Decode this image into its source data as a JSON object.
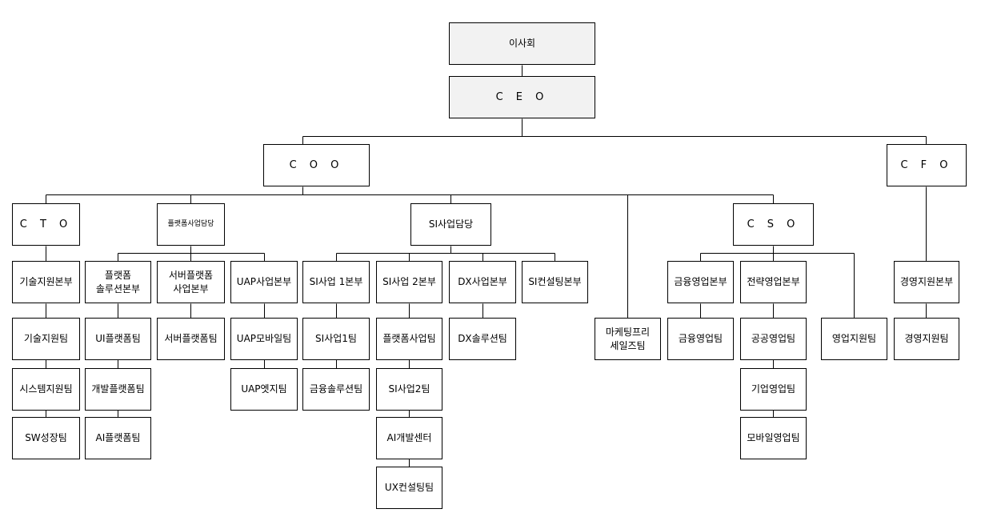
{
  "nodes": [
    {
      "id": "board",
      "label": "이사회"
    },
    {
      "id": "ceo",
      "label": "C E O"
    },
    {
      "id": "coo",
      "label": "C O O"
    },
    {
      "id": "cfo",
      "label": "C F O"
    },
    {
      "id": "cto",
      "label": "C T O"
    },
    {
      "id": "platform-biz",
      "label": "플랫폼사업담당"
    },
    {
      "id": "si-biz",
      "label": "SI사업담당"
    },
    {
      "id": "cso",
      "label": "C S O"
    },
    {
      "id": "tech-support-div",
      "label": "기술지원본부"
    },
    {
      "id": "tech-support-team",
      "label": "기술지원팀"
    },
    {
      "id": "system-support-team",
      "label": "시스템지원팀"
    },
    {
      "id": "sw-growth-team",
      "label": "SW성장팀"
    },
    {
      "id": "platform-solution-div",
      "label": "플랫폼\n솔루션본부"
    },
    {
      "id": "ui-platform-team",
      "label": "UI플랫폼팀"
    },
    {
      "id": "dev-platform-team",
      "label": "개발플랫폼팀"
    },
    {
      "id": "ai-platform-team",
      "label": "AI플랫폼팀"
    },
    {
      "id": "server-platform-div",
      "label": "서버플랫폼\n사업본부"
    },
    {
      "id": "server-platform-team",
      "label": "서버플랫폼팀"
    },
    {
      "id": "uap-div",
      "label": "UAP사업본부"
    },
    {
      "id": "uap-mobile-team",
      "label": "UAP모바일팀"
    },
    {
      "id": "uap-edge-team",
      "label": "UAP엣지팀"
    },
    {
      "id": "si-div-1",
      "label": "SI사업 1본부"
    },
    {
      "id": "si-team-1",
      "label": "SI사업1팀"
    },
    {
      "id": "finance-solution-team",
      "label": "금융솔루션팀"
    },
    {
      "id": "si-div-2",
      "label": "SI사업 2본부"
    },
    {
      "id": "platform-biz-team",
      "label": "플랫폼사업팀"
    },
    {
      "id": "si-team-2",
      "label": "SI사업2팀"
    },
    {
      "id": "ai-dev-center",
      "label": "AI개발센터"
    },
    {
      "id": "ux-consulting-team",
      "label": "UX컨설팅팀"
    },
    {
      "id": "dx-div",
      "label": "DX사업본부"
    },
    {
      "id": "dx-solution-team",
      "label": "DX솔루션팀"
    },
    {
      "id": "si-consulting-div",
      "label": "SI컨설팅본부"
    },
    {
      "id": "marketing-freesales-team",
      "label": "마케팅프리\n세일즈팀"
    },
    {
      "id": "finance-sales-div",
      "label": "금융영업본부"
    },
    {
      "id": "finance-sales-team",
      "label": "금융영업팀"
    },
    {
      "id": "strategy-sales-div",
      "label": "전략영업본부"
    },
    {
      "id": "public-sales-team",
      "label": "공공영업팀"
    },
    {
      "id": "enterprise-sales-team",
      "label": "기업영업팀"
    },
    {
      "id": "mobile-sales-team",
      "label": "모바일영업팀"
    },
    {
      "id": "sales-support-team",
      "label": "영업지원팀"
    },
    {
      "id": "mgmt-support-div",
      "label": "경영지원본부"
    },
    {
      "id": "mgmt-support-team",
      "label": "경영지원팀"
    }
  ]
}
